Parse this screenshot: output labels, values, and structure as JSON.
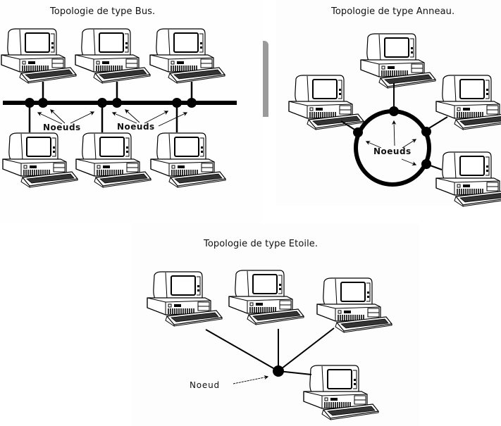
{
  "diagrams": {
    "bus": {
      "title": "Topologie de type Bus.",
      "node_label": "Noeuds",
      "computers": 6,
      "nodes": 6
    },
    "ring": {
      "title": "Topologie de type Anneau.",
      "node_label": "Noeuds",
      "computers": 4,
      "nodes": 4
    },
    "star": {
      "title": "Topologie de type Etoile.",
      "node_label": "Noeud",
      "computers": 4,
      "nodes": 1
    }
  },
  "icons": {
    "computer": "computer-icon",
    "node": "node-dot-icon",
    "arrow": "arrow-icon"
  },
  "colors": {
    "line": "#000000",
    "text": "#111111",
    "bar": "#9a9a9a"
  }
}
